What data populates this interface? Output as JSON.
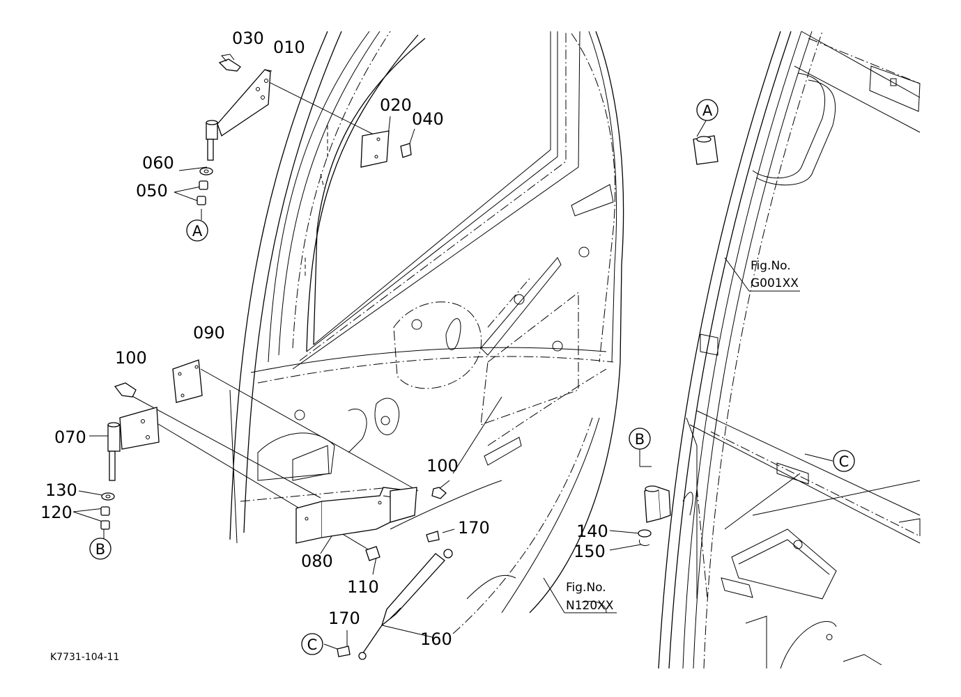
{
  "diagram": {
    "drawing_code": "K7731-104-11",
    "part_numbers": {
      "p030": "030",
      "p010": "010",
      "p020": "020",
      "p040": "040",
      "p060": "060",
      "p050": "050",
      "p090": "090",
      "p100a": "100",
      "p070": "070",
      "p130": "130",
      "p120": "120",
      "p100b": "100",
      "p170a": "170",
      "p080": "080",
      "p110": "110",
      "p170b": "170",
      "p160": "160",
      "p140": "140",
      "p150": "150"
    },
    "reference_markers": {
      "a_left": "A",
      "b_left": "B",
      "c_bottom": "C",
      "a_right": "A",
      "b_right": "B",
      "c_right": "C"
    },
    "figure_refs": {
      "g_label": "Fig.No.",
      "g_code": "G001XX",
      "n_label": "Fig.No.",
      "n_code": "N120XX"
    }
  }
}
